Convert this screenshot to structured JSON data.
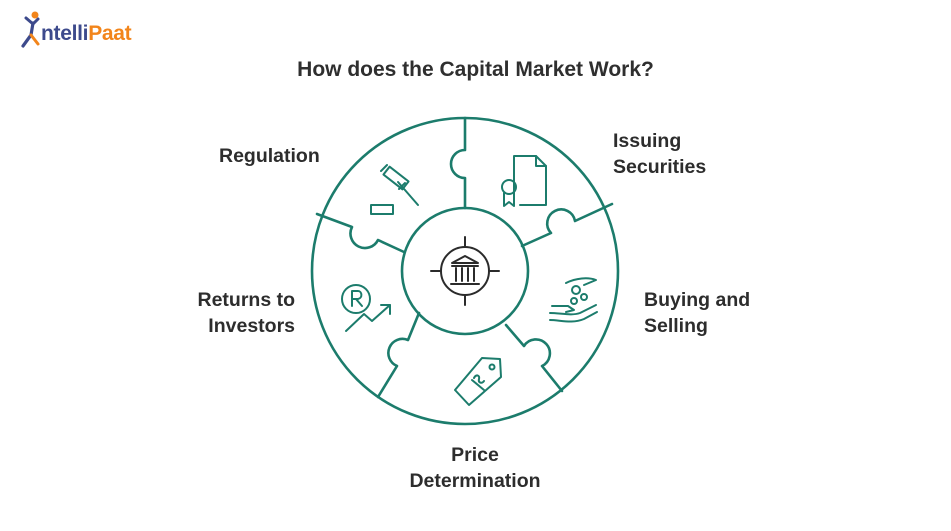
{
  "brand": {
    "logo_text_a": "ntelli",
    "logo_text_b": "Paat",
    "color_a": "#3d4a8c",
    "color_b": "#f2851b"
  },
  "title": "How does the Capital Market Work?",
  "diagram": {
    "accent_color": "#1c7c6c",
    "center_icon": "bank-icon",
    "stages": [
      {
        "id": "regulation",
        "lines": [
          "Regulation"
        ],
        "icon": "gavel-icon"
      },
      {
        "id": "issuing",
        "lines": [
          "Issuing",
          "Securities"
        ],
        "icon": "certificate-document-icon"
      },
      {
        "id": "buying",
        "lines": [
          "Buying and",
          "Selling"
        ],
        "icon": "hand-coins-icon"
      },
      {
        "id": "price",
        "lines": [
          "Price",
          "Determination"
        ],
        "icon": "price-tag-icon"
      },
      {
        "id": "returns",
        "lines": [
          "Returns to",
          "Investors"
        ],
        "icon": "rupee-growth-icon"
      }
    ]
  }
}
